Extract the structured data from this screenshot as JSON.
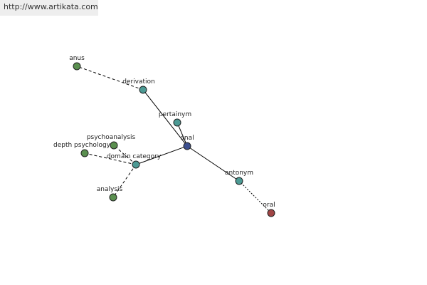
{
  "watermark": {
    "text": "http://www.artikata.com"
  },
  "graph": {
    "nodes": [
      {
        "id": "anal",
        "label": "anal",
        "role": "center",
        "color": "#3c4f8e"
      },
      {
        "id": "derivation",
        "label": "derivation",
        "role": "relation",
        "color": "#4c9a94"
      },
      {
        "id": "pertainym",
        "label": "pertainym",
        "role": "relation",
        "color": "#4c9a94"
      },
      {
        "id": "domain-category",
        "label": "domain category",
        "role": "relation",
        "color": "#4c9a94"
      },
      {
        "id": "antonym",
        "label": "antonym",
        "role": "relation",
        "color": "#4c9a94"
      },
      {
        "id": "anus",
        "label": "anus",
        "role": "term",
        "color": "#5a8f4f"
      },
      {
        "id": "psychoanalysis",
        "label": "psychoanalysis",
        "role": "term",
        "color": "#5a8f4f"
      },
      {
        "id": "depth-psychology",
        "label": "depth psychology",
        "role": "term",
        "color": "#5a8f4f"
      },
      {
        "id": "analysis",
        "label": "analysis",
        "role": "term",
        "color": "#5a8f4f"
      },
      {
        "id": "oral",
        "label": "oral",
        "role": "antonym-term",
        "color": "#a04545"
      }
    ],
    "edges": [
      {
        "from": "anal",
        "to": "derivation",
        "style": "solid"
      },
      {
        "from": "anal",
        "to": "pertainym",
        "style": "solid"
      },
      {
        "from": "anal",
        "to": "domain-category",
        "style": "solid"
      },
      {
        "from": "anal",
        "to": "antonym",
        "style": "solid"
      },
      {
        "from": "derivation",
        "to": "anus",
        "style": "dashed"
      },
      {
        "from": "domain-category",
        "to": "psychoanalysis",
        "style": "dashed"
      },
      {
        "from": "domain-category",
        "to": "depth-psychology",
        "style": "dashed"
      },
      {
        "from": "domain-category",
        "to": "analysis",
        "style": "dashed"
      },
      {
        "from": "antonym",
        "to": "oral",
        "style": "dotted"
      }
    ]
  }
}
